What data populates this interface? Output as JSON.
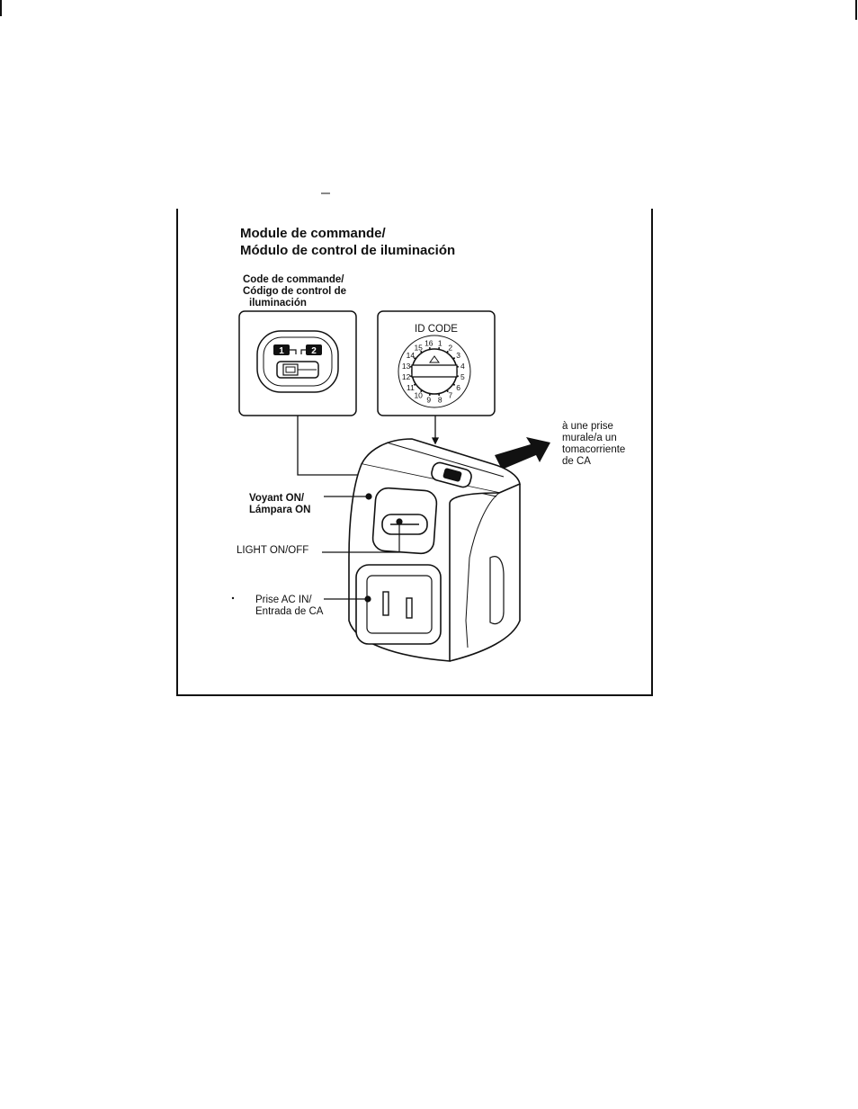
{
  "header": {
    "title_line1": "Module de commande/",
    "title_line2": "Módulo de control de iluminación"
  },
  "switch_panel": {
    "caption_line1": "Code de commande/",
    "caption_line2": "Código de control de",
    "caption_line3": "iluminación",
    "pos1": "1",
    "pos2": "2"
  },
  "id_panel": {
    "title": "ID CODE",
    "dial_numbers": [
      "1",
      "2",
      "3",
      "4",
      "5",
      "6",
      "7",
      "8",
      "9",
      "10",
      "11",
      "12",
      "13",
      "14",
      "15",
      "16"
    ]
  },
  "callouts": {
    "outlet_line1": "à une prise",
    "outlet_line2": "murale/a un",
    "outlet_line3": "tomacorriente",
    "outlet_line4": "de CA",
    "lamp_line1": "Voyant ON/",
    "lamp_line2": "Lámpara ON",
    "light_button": "LIGHT ON/OFF",
    "ac_in_line1": "Prise AC IN/",
    "ac_in_line2": "Entrada de CA"
  }
}
